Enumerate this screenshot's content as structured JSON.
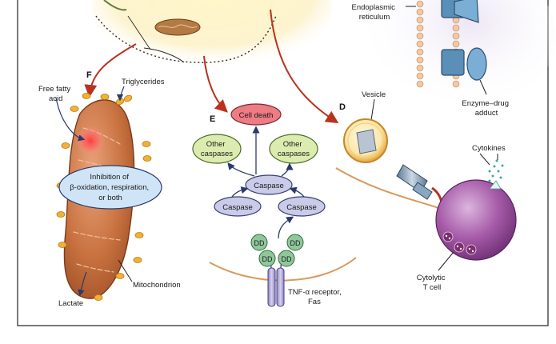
{
  "panels": {
    "d": "D",
    "e": "E",
    "f": "F"
  },
  "labels": {
    "er_line1": "Endoplasmic",
    "er_line2": "reticulum",
    "adduct_line1": "Enzyme–drug",
    "adduct_line2": "adduct",
    "vesicle": "Vesicle",
    "cytokines": "Cytokines",
    "tcell_line1": "Cytolytic",
    "tcell_line2": "T cell",
    "ffa_line1": "Free fatty",
    "ffa_line2": "acid",
    "triglycerides": "Triglycerides",
    "inhibition_line1": "Inhibition of",
    "inhibition_line2": "β-oxidation, respiration,",
    "inhibition_line3": "or both",
    "mitochondrion": "Mitochondrion",
    "lactate": "Lactate",
    "cell_death": "Cell death",
    "other_caspases_line1": "Other",
    "other_caspases_line2": "caspases",
    "caspase": "Caspase",
    "dd": "DD",
    "tnf_line1": "TNF-α receptor,",
    "tnf_line2": "Fas"
  },
  "colors": {
    "arrow_red": "#b8321f",
    "arrow_navy": "#2b3a6b",
    "caspase_fill": "#c9cbe8",
    "other_caspase_fill": "#dcecb0",
    "cell_death_fill": "#ef7b84",
    "dd_fill": "#8fc79b",
    "mito_fill": "#c8713f",
    "fat_droplet": "#f2b134",
    "tcell_fill": "#a65aa8",
    "inhibition_fill": "#cfe5f7"
  }
}
